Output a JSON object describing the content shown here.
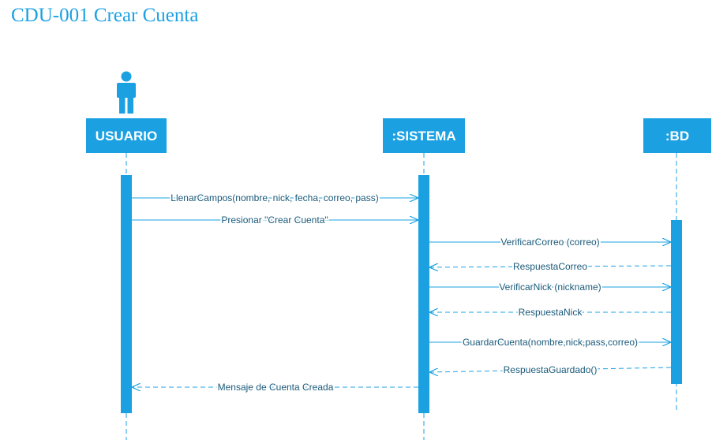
{
  "title": "CDU-001 Crear Cuenta",
  "colors": {
    "accent": "#1ba1e2",
    "text": "#1a5a7a",
    "white": "#ffffff"
  },
  "lifelines": [
    {
      "id": "usuario",
      "label": "USUARIO",
      "has_actor_icon": true
    },
    {
      "id": "sistema",
      "label": ":SISTEMA",
      "has_actor_icon": false
    },
    {
      "id": "bd",
      "label": ":BD",
      "has_actor_icon": false
    }
  ],
  "messages": [
    {
      "from": "usuario",
      "to": "sistema",
      "label": "LlenarCampos(nombre, nick, fecha, correo, pass)",
      "type": "sync"
    },
    {
      "from": "usuario",
      "to": "sistema",
      "label": "Presionar \"Crear Cuenta\"",
      "type": "sync"
    },
    {
      "from": "sistema",
      "to": "bd",
      "label": "VerificarCorreo (correo)",
      "type": "sync"
    },
    {
      "from": "bd",
      "to": "sistema",
      "label": "RespuestaCorreo",
      "type": "return"
    },
    {
      "from": "sistema",
      "to": "bd",
      "label": "VerificarNick (nickname)",
      "type": "sync"
    },
    {
      "from": "bd",
      "to": "sistema",
      "label": "RespuestaNick",
      "type": "return"
    },
    {
      "from": "sistema",
      "to": "bd",
      "label": "GuardarCuenta(nombre,nick,pass,correo)",
      "type": "sync"
    },
    {
      "from": "bd",
      "to": "sistema",
      "label": "RespuestaGuardado()",
      "type": "return"
    },
    {
      "from": "sistema",
      "to": "usuario",
      "label": "Mensaje de Cuenta Creada",
      "type": "return"
    }
  ]
}
